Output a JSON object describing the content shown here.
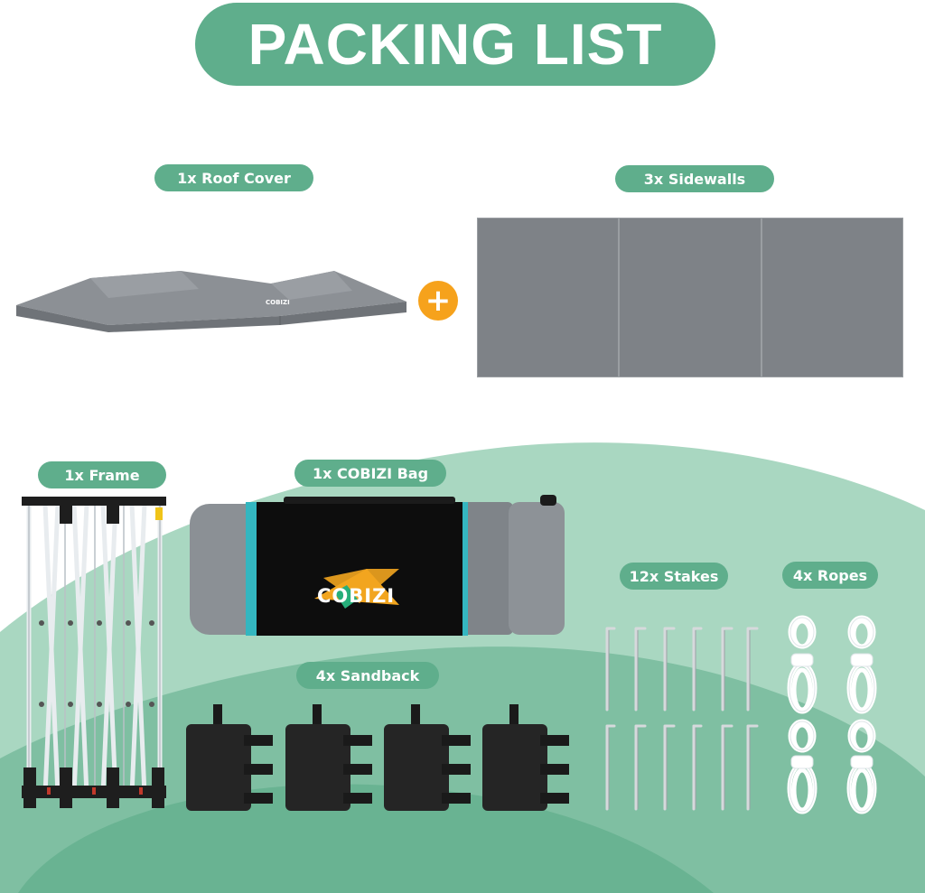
{
  "title": "PACKING LIST",
  "items": {
    "roof_cover": "1x Roof Cover",
    "sidewalls": "3x Sidewalls",
    "frame": "1x Frame",
    "bag": "1x COBIZI Bag",
    "sandback": "4x Sandback",
    "stakes": "12x Stakes",
    "ropes": "4x Ropes"
  },
  "plus_symbol": "+",
  "brand": "COBIZI",
  "colors": {
    "accent_green": "#5fae8c",
    "background_green_light": "#a9d7c1",
    "background_green_dark": "#69b392",
    "plus_orange": "#f6a21c",
    "panel_gray": "#7e8287"
  }
}
